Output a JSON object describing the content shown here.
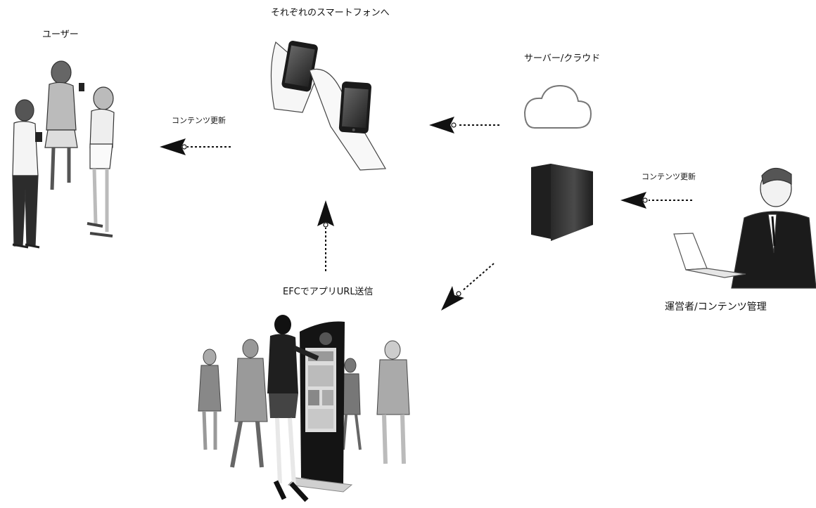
{
  "labels": {
    "users": "ユーザー",
    "smartphones": "それぞれのスマートフォンへ",
    "server_cloud": "サーバー/クラウド",
    "content_update_left": "コンテンツ更新",
    "content_update_right": "コンテンツ更新",
    "efc_send": "EFCでアプリURL送信",
    "admin": "運営者/コンテンツ管理"
  },
  "colors": {
    "arrow": "#111111",
    "text": "#111111",
    "server": "#3a3a3a",
    "kiosk": "#1a1a1a"
  }
}
